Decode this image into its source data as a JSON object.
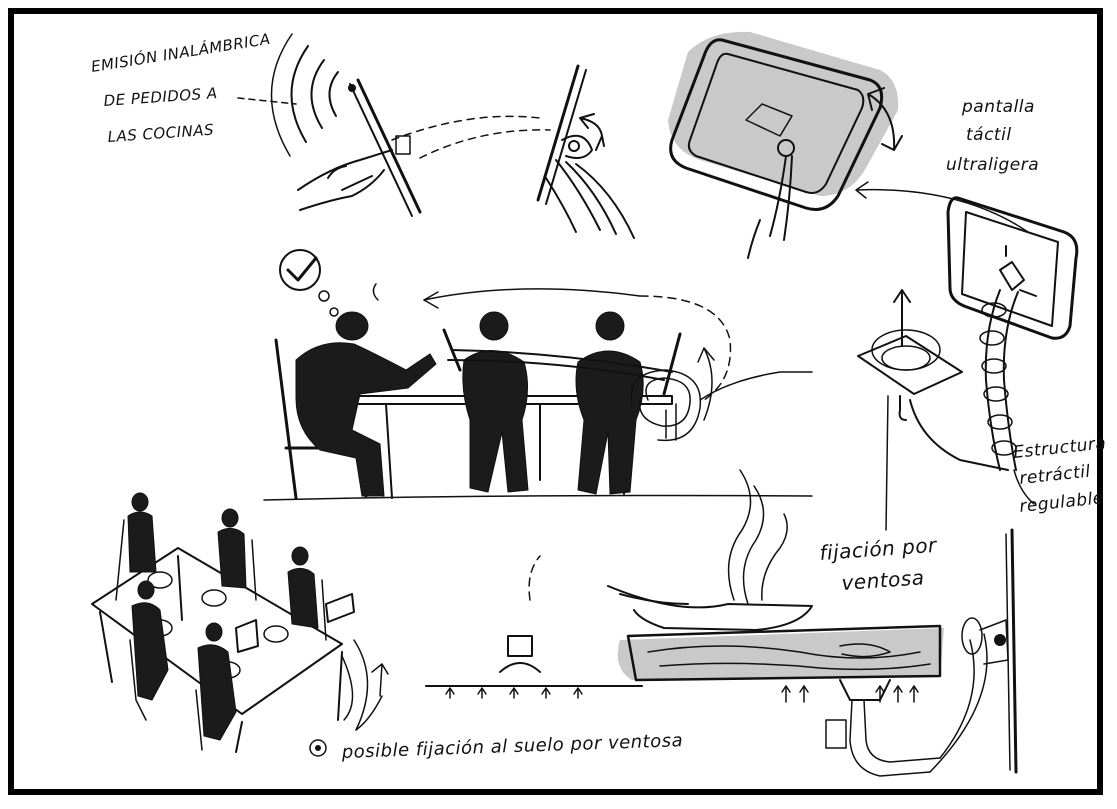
{
  "labels": {
    "wireless_line1": "EMISIÓN INALÁMBRICA",
    "wireless_line2": "DE PEDIDOS A",
    "wireless_line3": "LAS COCINAS",
    "screen_line1": "pantalla",
    "screen_line2": "táctil",
    "screen_line3": "ultraligera",
    "structure_line1": "Estructura",
    "structure_line2": "retráctil",
    "structure_line3": "regulable",
    "suction_line1": "fijación por",
    "suction_line2": "ventosa",
    "floor_suction": "posible fijación al suelo por ventosa"
  },
  "colors": {
    "ink": "#111111",
    "shade": "#c9c9c9",
    "frame": "#000000"
  }
}
